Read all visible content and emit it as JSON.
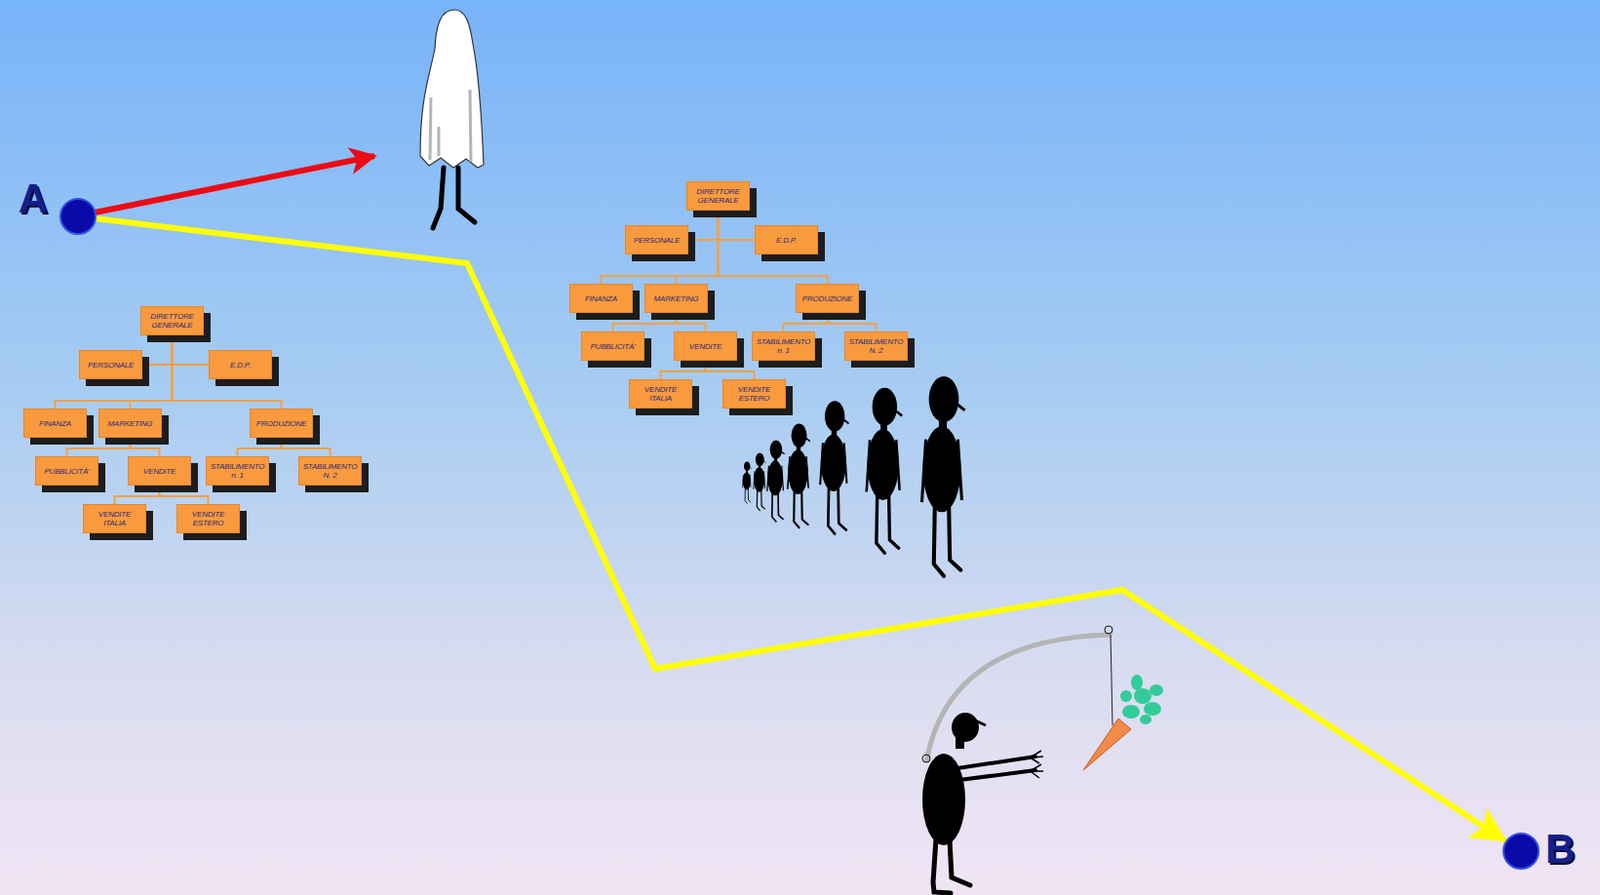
{
  "diagram": {
    "nodes": [
      {
        "text": [
          "A"
        ]
      },
      {
        "text": [
          "DIRETTORE GENERALE"
        ]
      },
      {
        "text": [
          "PERSONALE"
        ]
      },
      {
        "text": [
          "E.D.P."
        ]
      },
      {
        "text": [
          "FINANZA"
        ]
      },
      {
        "text": [
          "MARKETING"
        ]
      },
      {
        "text": [
          "PRODUZIONE"
        ]
      },
      {
        "text": [
          "PUBBLICITÀ'"
        ]
      },
      {
        "text": [
          "VENDITE"
        ]
      },
      {
        "text": [
          "STABILIMENTO n. 1"
        ]
      },
      {
        "text": [
          "STABILIMENTO N. 2"
        ]
      },
      {
        "text": [
          "VENDITE ITALIA"
        ]
      },
      {
        "text": [
          "VENDITE ESTERO"
        ]
      },
      {
        "text": [
          "DIRETTORE GENERALE"
        ]
      },
      {
        "text": [
          "PERSONALE"
        ]
      },
      {
        "text": [
          "E.D.P."
        ]
      },
      {
        "text": [
          "FINANZA"
        ]
      },
      {
        "text": [
          "MARKETING"
        ]
      },
      {
        "text": [
          "PRODUZIONE"
        ]
      },
      {
        "text": [
          "PUBBLICITÀ'"
        ]
      },
      {
        "text": [
          "VENDITE"
        ]
      },
      {
        "text": [
          "STABILIMENTO n. 1"
        ]
      },
      {
        "text": [
          "STABILIMENTO N. 2"
        ]
      },
      {
        "text": [
          "VENDITE ITALIA"
        ]
      },
      {
        "text": [
          "VENDITE ESTERO"
        ]
      },
      {
        "text": [
          "B"
        ]
      }
    ],
    "edges": [
      {
        "from": 0,
        "to": 25,
        "arrow": "to"
      },
      {
        "from": 1,
        "to": 2,
        "arrow": "none"
      },
      {
        "from": 1,
        "to": 3,
        "arrow": "none"
      },
      {
        "from": 1,
        "to": 4,
        "arrow": "none"
      },
      {
        "from": 1,
        "to": 5,
        "arrow": "none"
      },
      {
        "from": 1,
        "to": 6,
        "arrow": "none"
      },
      {
        "from": 5,
        "to": 7,
        "arrow": "none"
      },
      {
        "from": 5,
        "to": 8,
        "arrow": "none"
      },
      {
        "from": 6,
        "to": 9,
        "arrow": "none"
      },
      {
        "from": 6,
        "to": 10,
        "arrow": "none"
      },
      {
        "from": 8,
        "to": 11,
        "arrow": "none"
      },
      {
        "from": 8,
        "to": 12,
        "arrow": "none"
      },
      {
        "from": 13,
        "to": 14,
        "arrow": "none"
      },
      {
        "from": 13,
        "to": 15,
        "arrow": "none"
      },
      {
        "from": 13,
        "to": 16,
        "arrow": "none"
      },
      {
        "from": 13,
        "to": 17,
        "arrow": "none"
      },
      {
        "from": 13,
        "to": 18,
        "arrow": "none"
      },
      {
        "from": 17,
        "to": 19,
        "arrow": "none"
      },
      {
        "from": 17,
        "to": 20,
        "arrow": "none"
      },
      {
        "from": 18,
        "to": 21,
        "arrow": "none"
      },
      {
        "from": 18,
        "to": 22,
        "arrow": "none"
      },
      {
        "from": 20,
        "to": 23,
        "arrow": "none"
      },
      {
        "from": 20,
        "to": 24,
        "arrow": "none"
      }
    ]
  }
}
